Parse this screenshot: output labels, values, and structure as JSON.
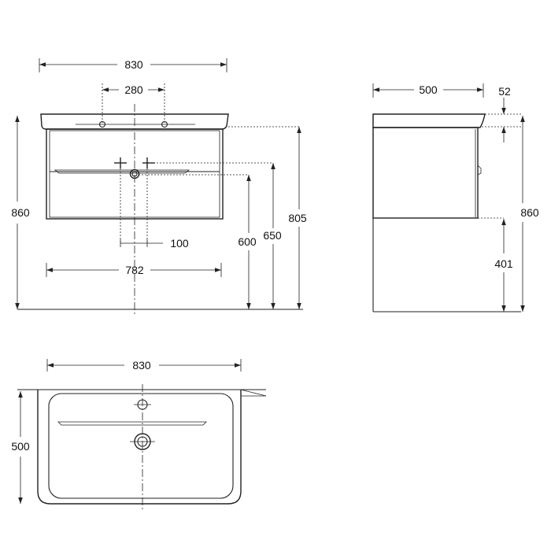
{
  "front_view": {
    "width_overall": "830",
    "tap_spacing": "280",
    "height_overall": "860",
    "drain_offset": "100",
    "cabinet_width": "782",
    "height_600": "600",
    "height_650": "650",
    "height_805": "805"
  },
  "side_view": {
    "depth": "500",
    "top_thickness": "52",
    "height_overall": "860",
    "floor_clearance": "401"
  },
  "plan_view": {
    "width": "830",
    "depth": "500"
  }
}
